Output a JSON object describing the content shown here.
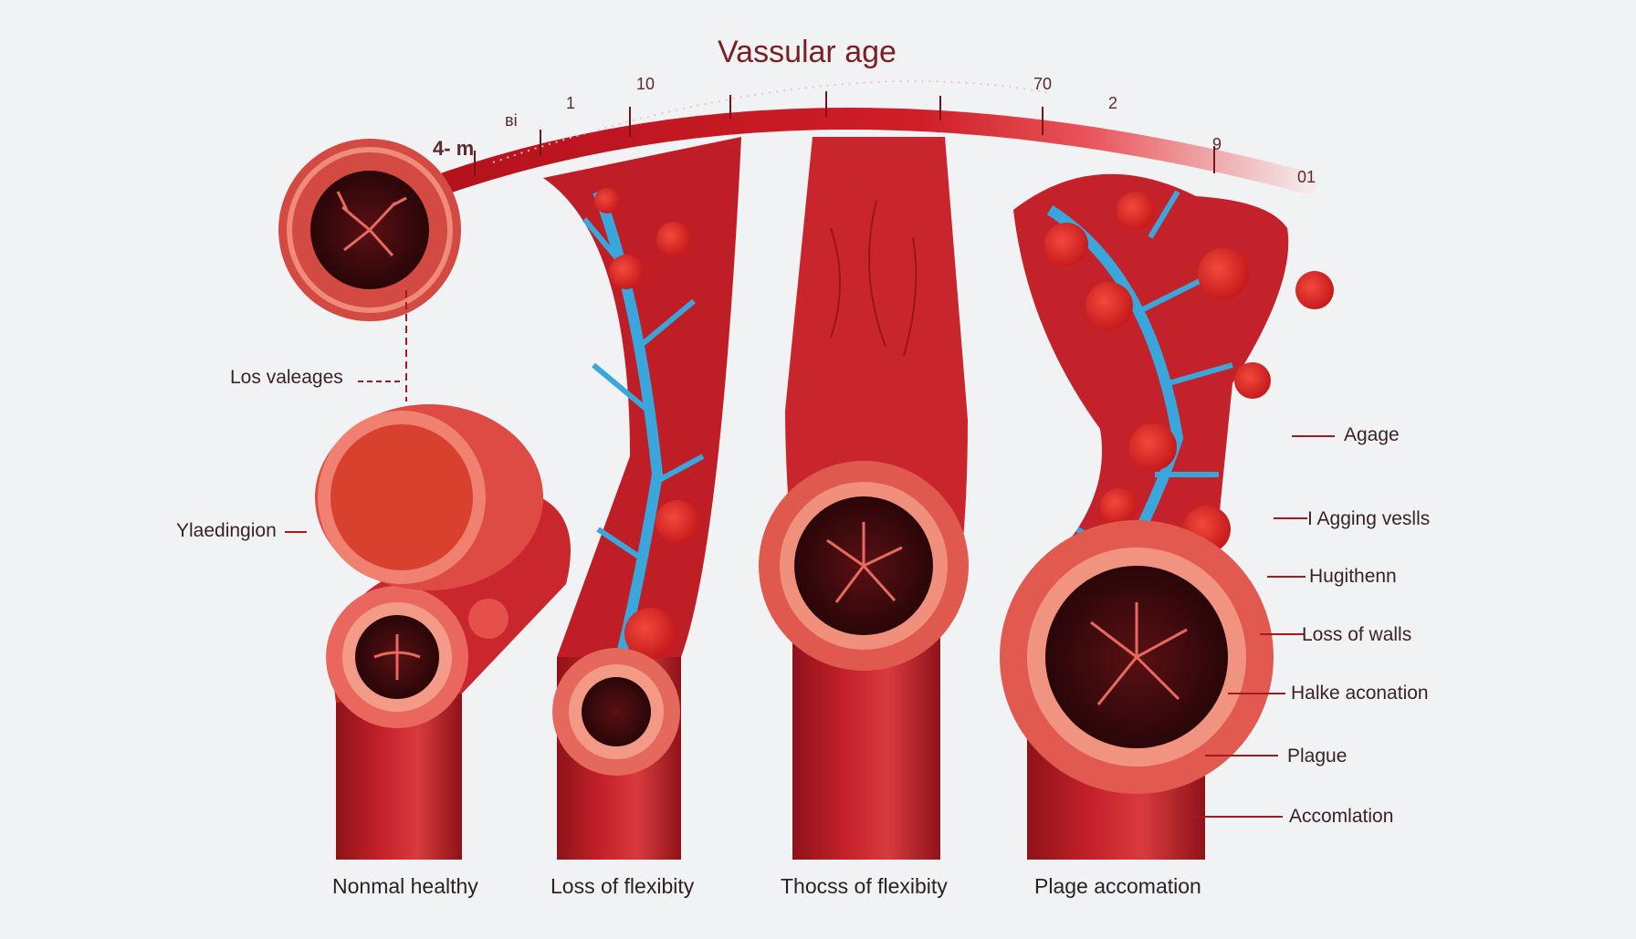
{
  "title": "Vassular age",
  "scale": {
    "start_label": "4- m",
    "ticks": [
      "ві",
      "1",
      "10",
      "70",
      "2",
      "9",
      "01"
    ]
  },
  "left_labels": [
    "Los valeages",
    "Ylaedingion"
  ],
  "right_labels": [
    "Agage",
    "I Agging veslls",
    "Hugithenn",
    "Loss of walls",
    "Halke aconation",
    "Plague",
    "Accomlation"
  ],
  "captions": [
    "Nonmal healthy",
    "Loss of flexibity",
    "Thocss of flexibity",
    "Plage accomation"
  ],
  "colors": {
    "artery": "#c4202a",
    "artery_dark": "#8e1319",
    "wall": "#e8665a",
    "lumen": "#3c0b0e",
    "vein": "#3aa7dc",
    "cell": "#e02a26"
  }
}
